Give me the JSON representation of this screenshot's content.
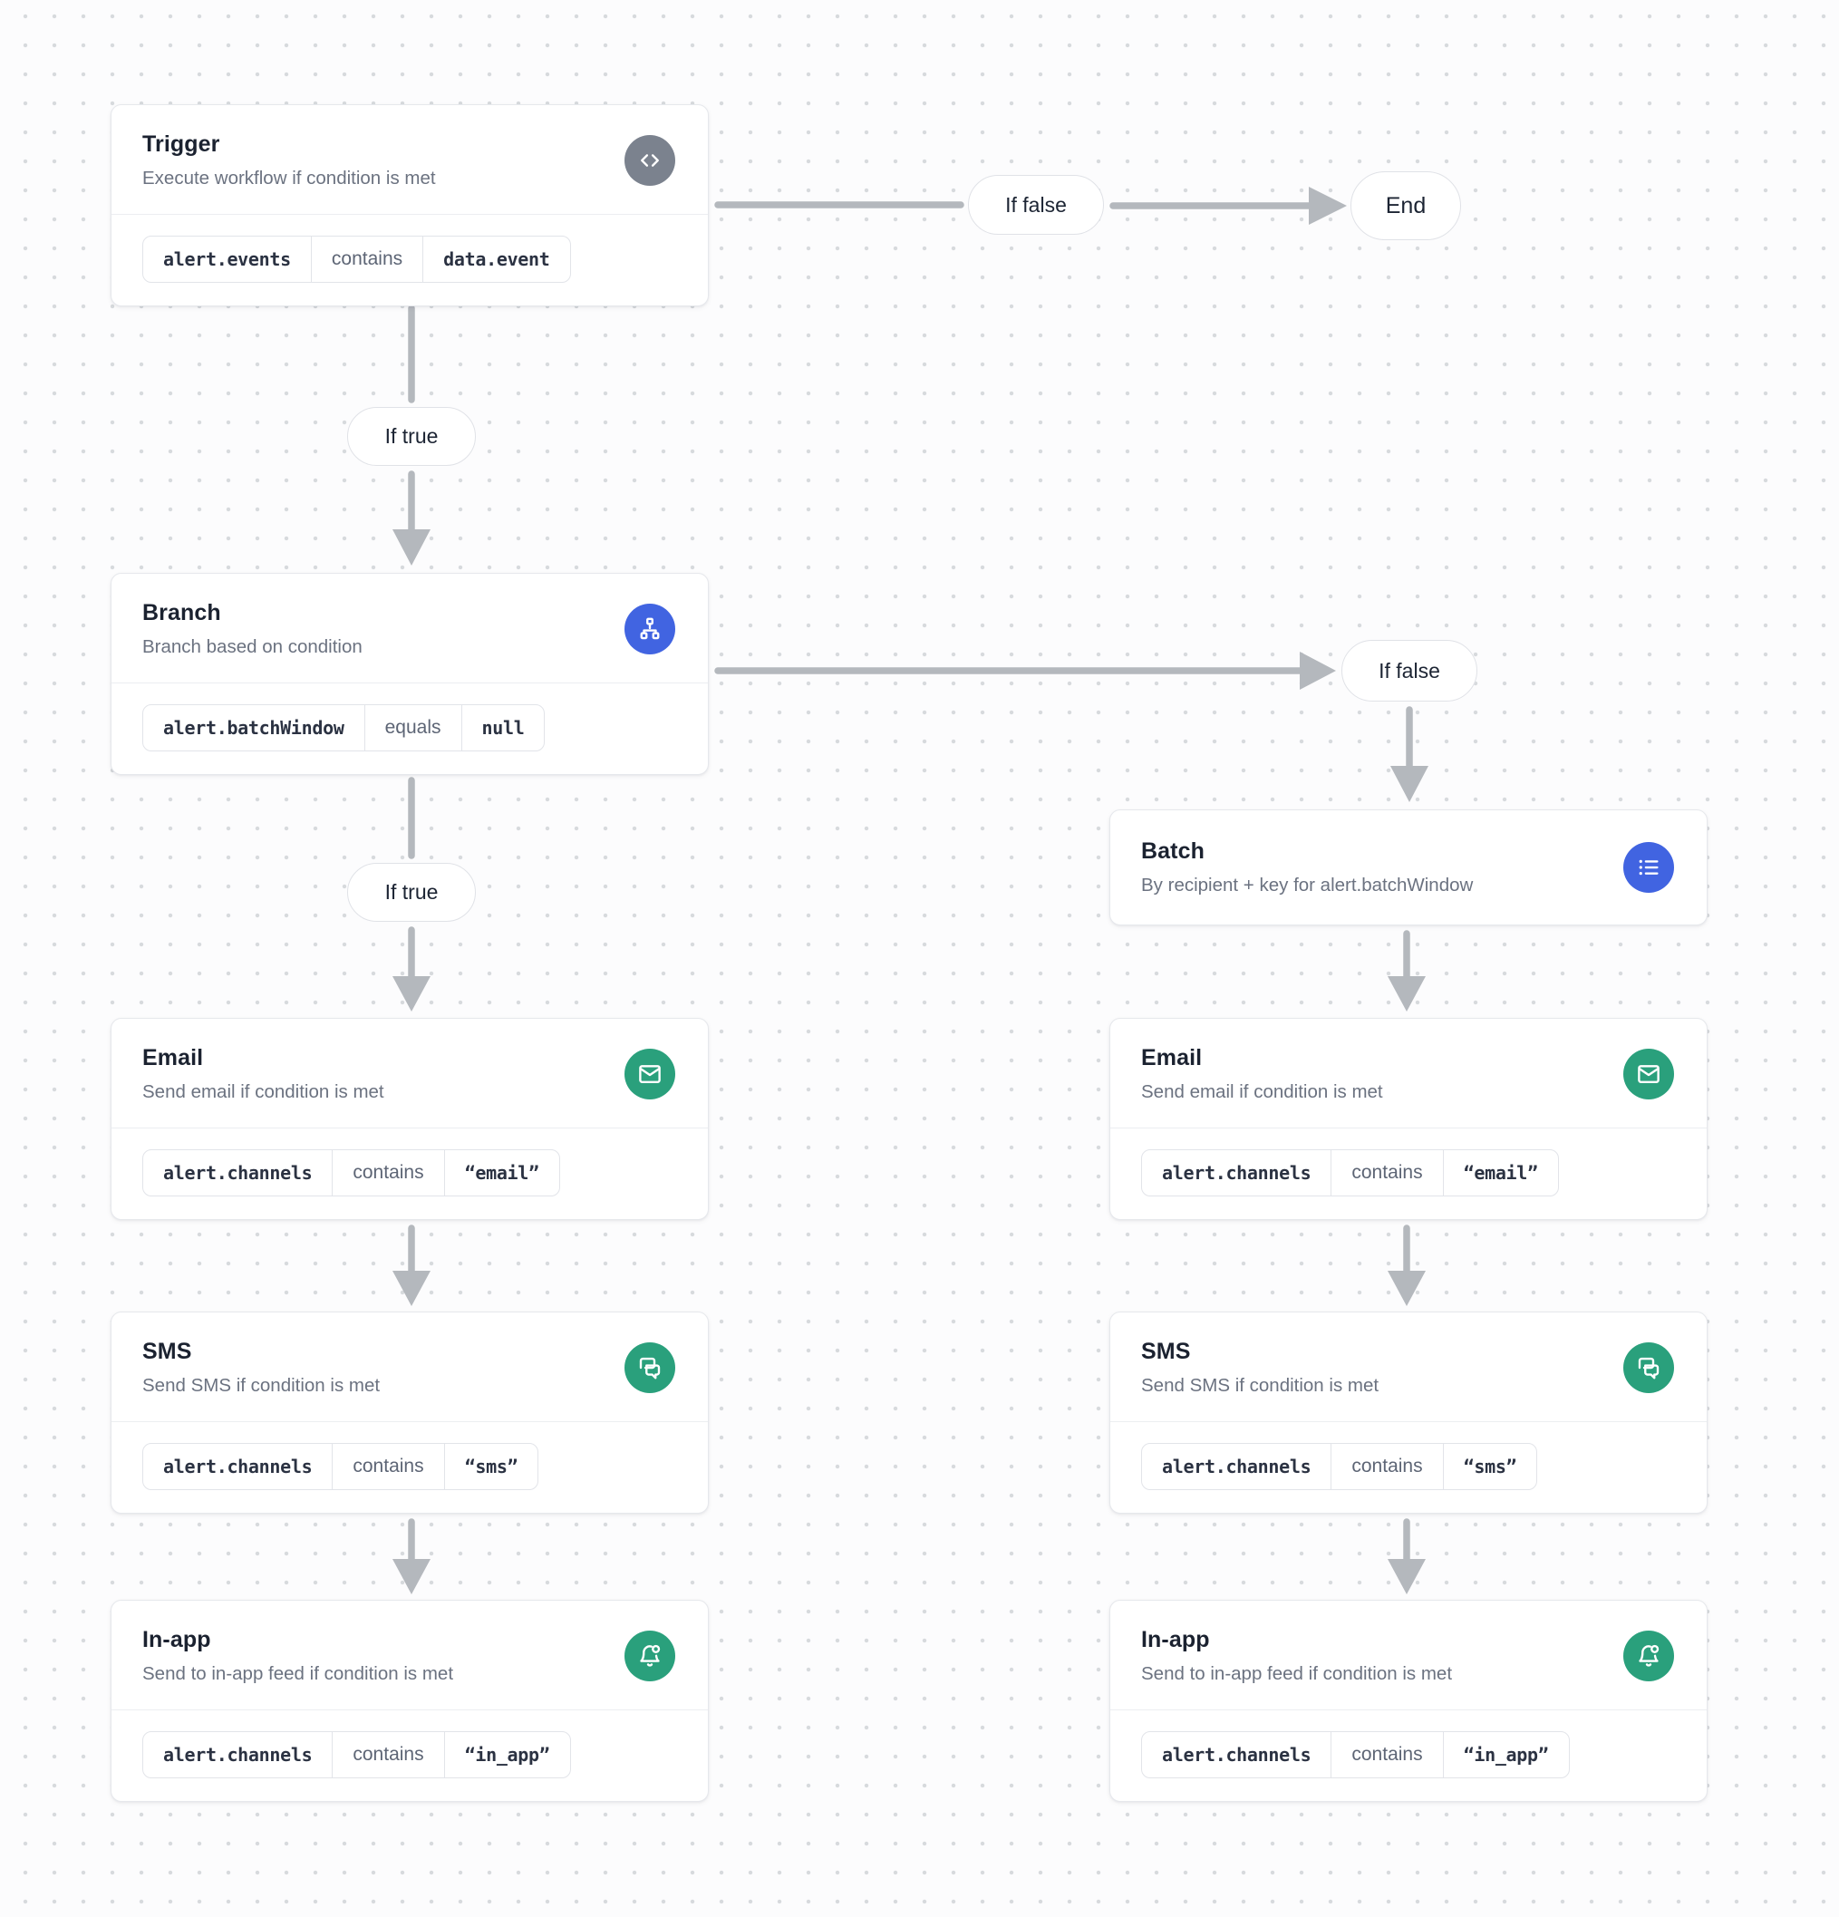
{
  "canvas": {
    "background": "#fcfcfd",
    "dot_color": "#d7dadd",
    "arrow_color": "#b4b8bd"
  },
  "edge_labels": {
    "if_true": "If true",
    "if_false": "If false",
    "end": "End"
  },
  "nodes": {
    "trigger": {
      "title": "Trigger",
      "subtitle": "Execute workflow if condition is met",
      "icon": "code-icon",
      "icon_color": "#7b828e",
      "condition": {
        "field": "alert.events",
        "operator": "contains",
        "value": "data.event"
      }
    },
    "branch": {
      "title": "Branch",
      "subtitle": "Branch based on condition",
      "icon": "sitemap-icon",
      "icon_color": "#4164e1",
      "condition": {
        "field": "alert.batchWindow",
        "operator": "equals",
        "value": "null"
      }
    },
    "batch": {
      "title": "Batch",
      "subtitle": "By recipient + key for alert.batchWindow",
      "icon": "list-icon",
      "icon_color": "#4164e1"
    },
    "email": {
      "title": "Email",
      "subtitle": "Send email if condition is met",
      "icon": "mail-icon",
      "icon_color": "#2aa07c",
      "condition": {
        "field": "alert.channels",
        "operator": "contains",
        "value": "“email”"
      }
    },
    "sms": {
      "title": "SMS",
      "subtitle": "Send SMS if condition is met",
      "icon": "chat-icon",
      "icon_color": "#2aa07c",
      "condition": {
        "field": "alert.channels",
        "operator": "contains",
        "value": "“sms”"
      }
    },
    "in_app": {
      "title": "In-app",
      "subtitle": "Send to in-app feed if condition is met",
      "icon": "bell-icon",
      "icon_color": "#2aa07c",
      "condition": {
        "field": "alert.channels",
        "operator": "contains",
        "value": "“in_app”"
      }
    }
  }
}
